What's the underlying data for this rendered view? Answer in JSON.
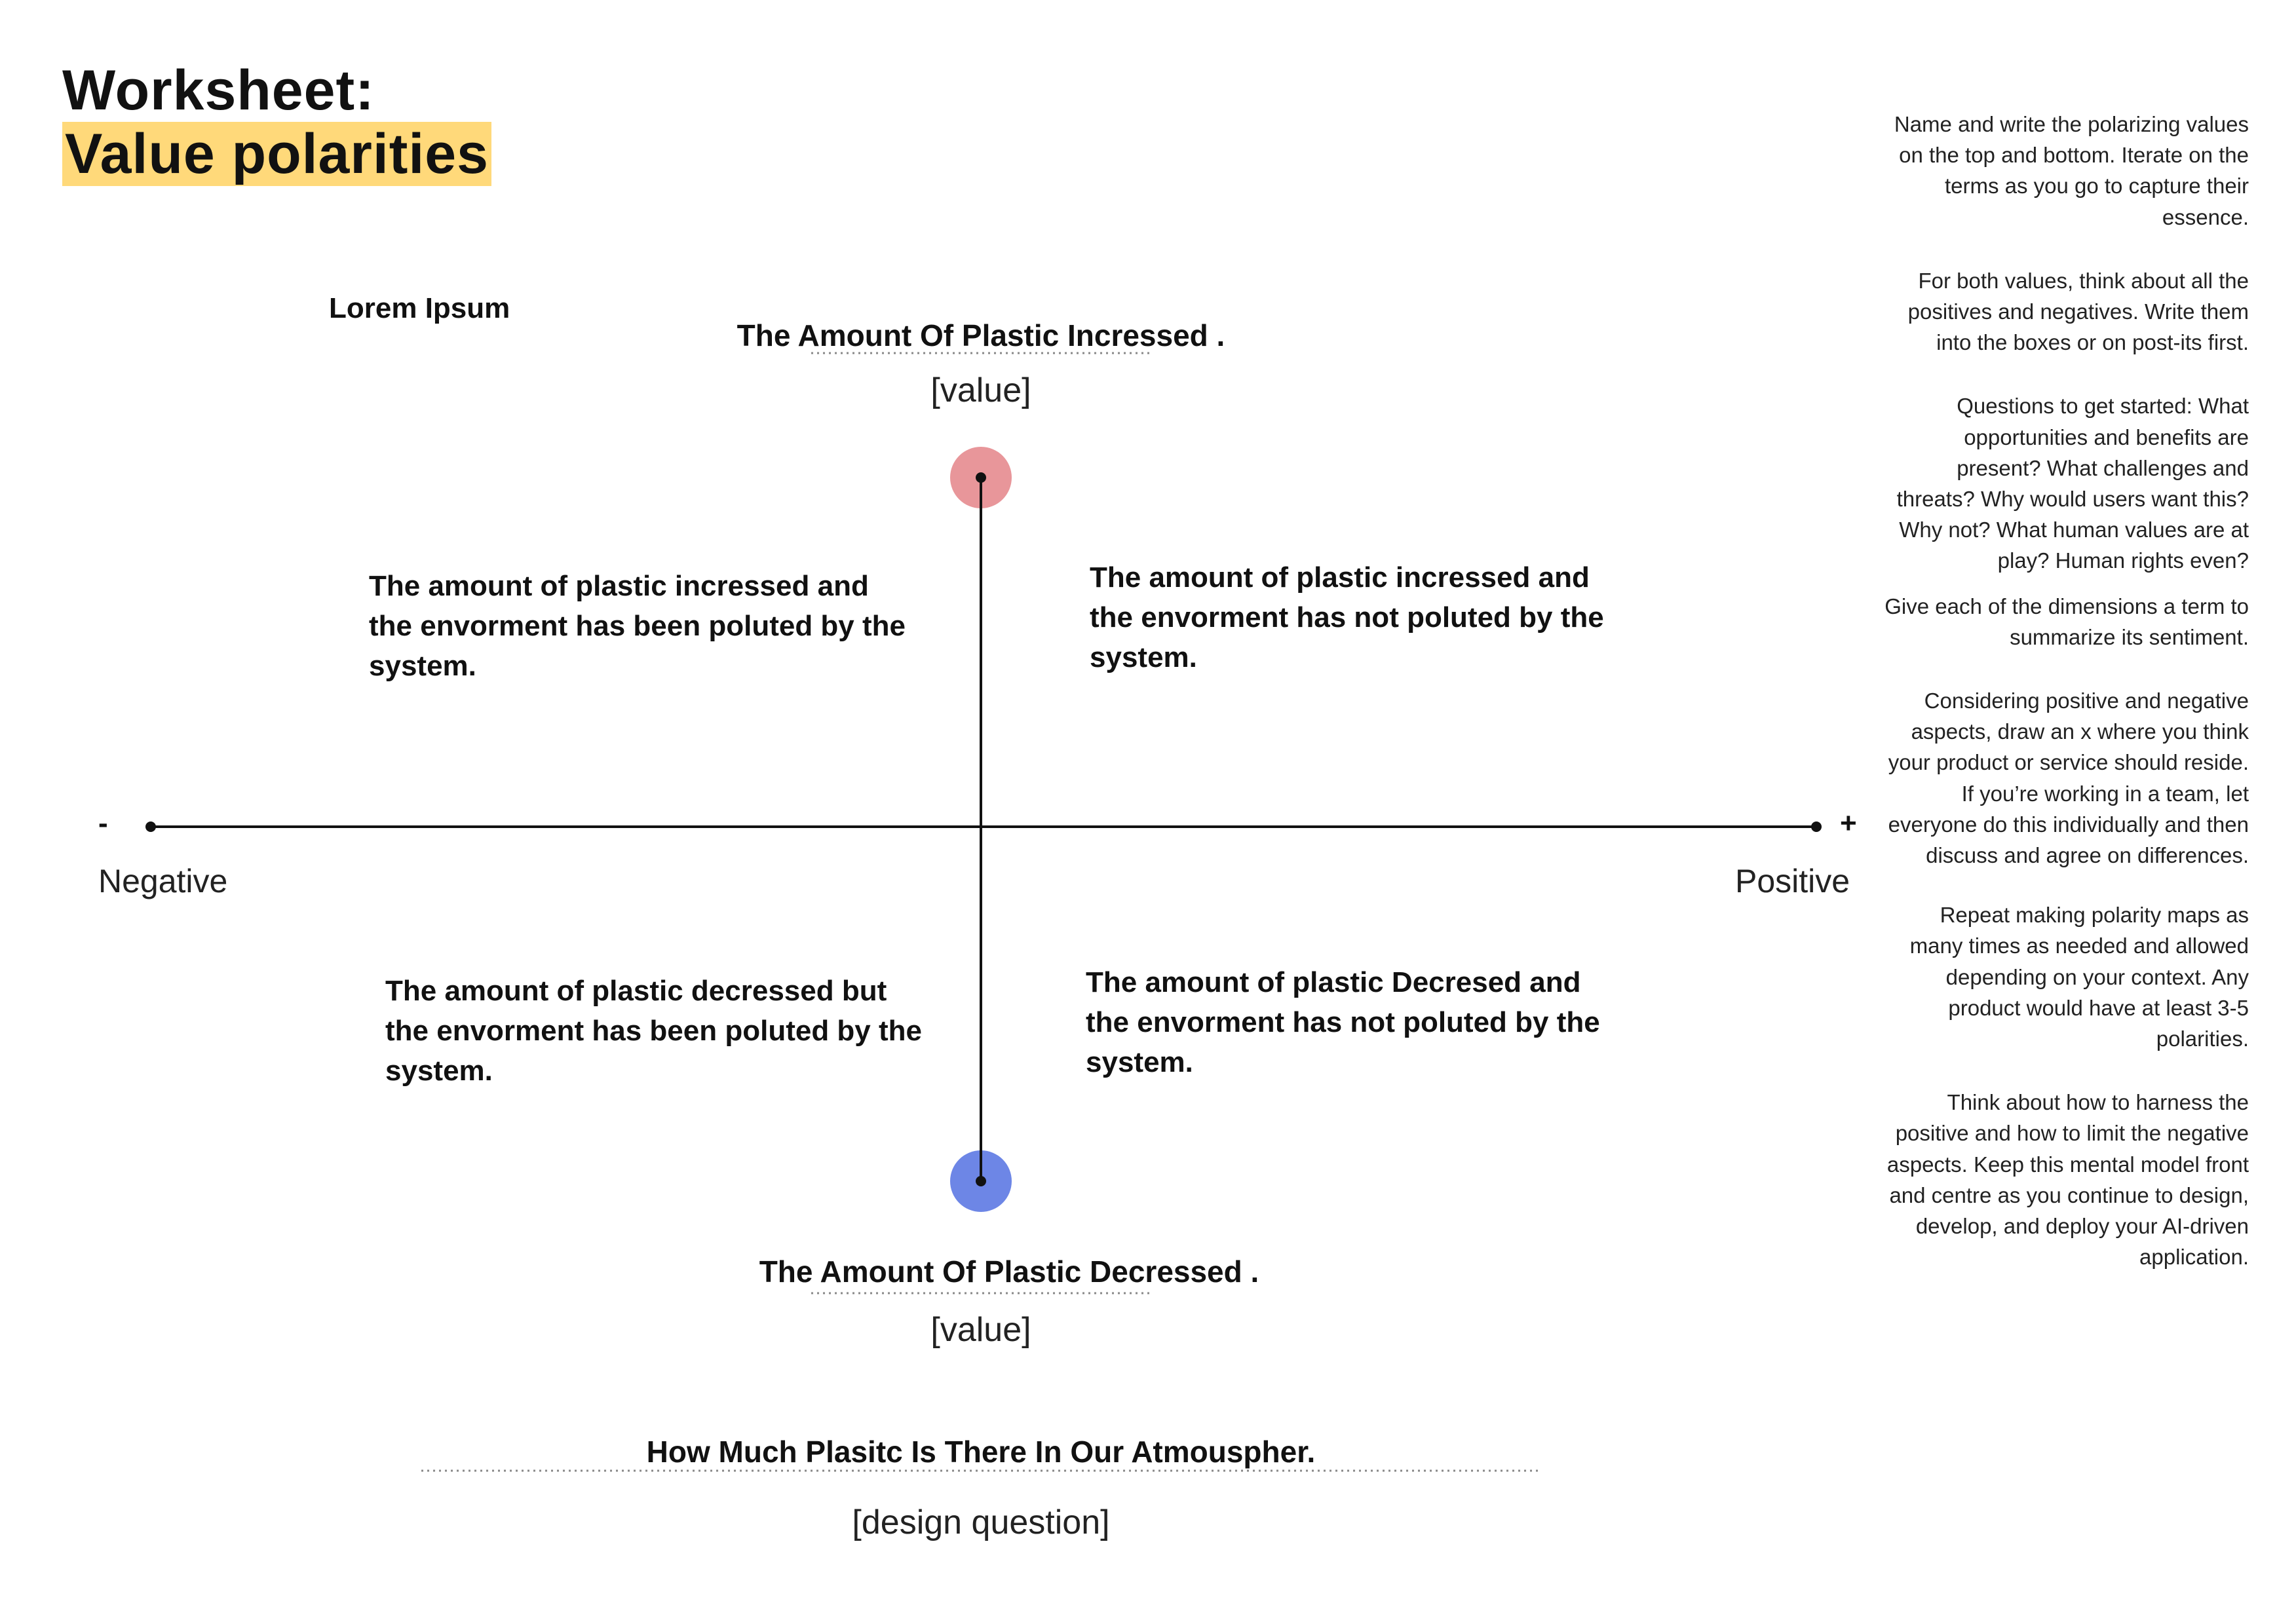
{
  "header": {
    "title_line1": "Worksheet:",
    "title_line2": "Value polarities",
    "highlight_color": "#ffd97a"
  },
  "note": "Lorem Ipsum",
  "top_value": {
    "text": "The Amount Of Plastic Incressed .",
    "placeholder": "[value]",
    "marker_color": "#e8969a"
  },
  "bottom_value": {
    "text": "The Amount Of Plastic Decressed .",
    "placeholder": "[value]",
    "marker_color": "#6d86e6"
  },
  "quadrants": {
    "top_left": "The amount of plastic incressed and the envorment has been poluted by the system.",
    "top_right": "The amount of plastic incressed and the envorment has not poluted by the system.",
    "bottom_left": "The amount of plastic decressed but the envorment has been poluted by the system.",
    "bottom_right": "The amount of plastic Decresed and the envorment has not poluted by the system."
  },
  "axis": {
    "negative_sign": "-",
    "positive_sign": "+",
    "negative_label": "Negative",
    "positive_label": "Positive"
  },
  "design_question": {
    "text": "How Much Plasitc Is There In Our Atmouspher.",
    "placeholder": "[design question]"
  },
  "instructions": [
    "Name and write the polarizing values on the top and bottom. Iterate on the terms as you go to capture their essence.",
    "For both values, think about all the positives and negatives. Write them into the boxes or on post-its first.",
    "Questions to get started: What opportunities and benefits are present? What challenges and threats? Why would users want this? Why not? What human values are at play? Human rights even?",
    "Give each of the dimensions a term to summarize its sentiment.",
    "Considering positive and negative aspects, draw an x where you think your product or service should reside. If you’re working in a team, let everyone do this individually and then discuss and agree on differences.",
    "Repeat making polarity maps as many times as needed and allowed depending on your context. Any product would have at least 3-5 polarities.",
    "Think about how to harness the positive and how to limit the negative aspects. Keep this mental model front and centre as you continue to design, develop, and deploy your AI-driven application."
  ]
}
